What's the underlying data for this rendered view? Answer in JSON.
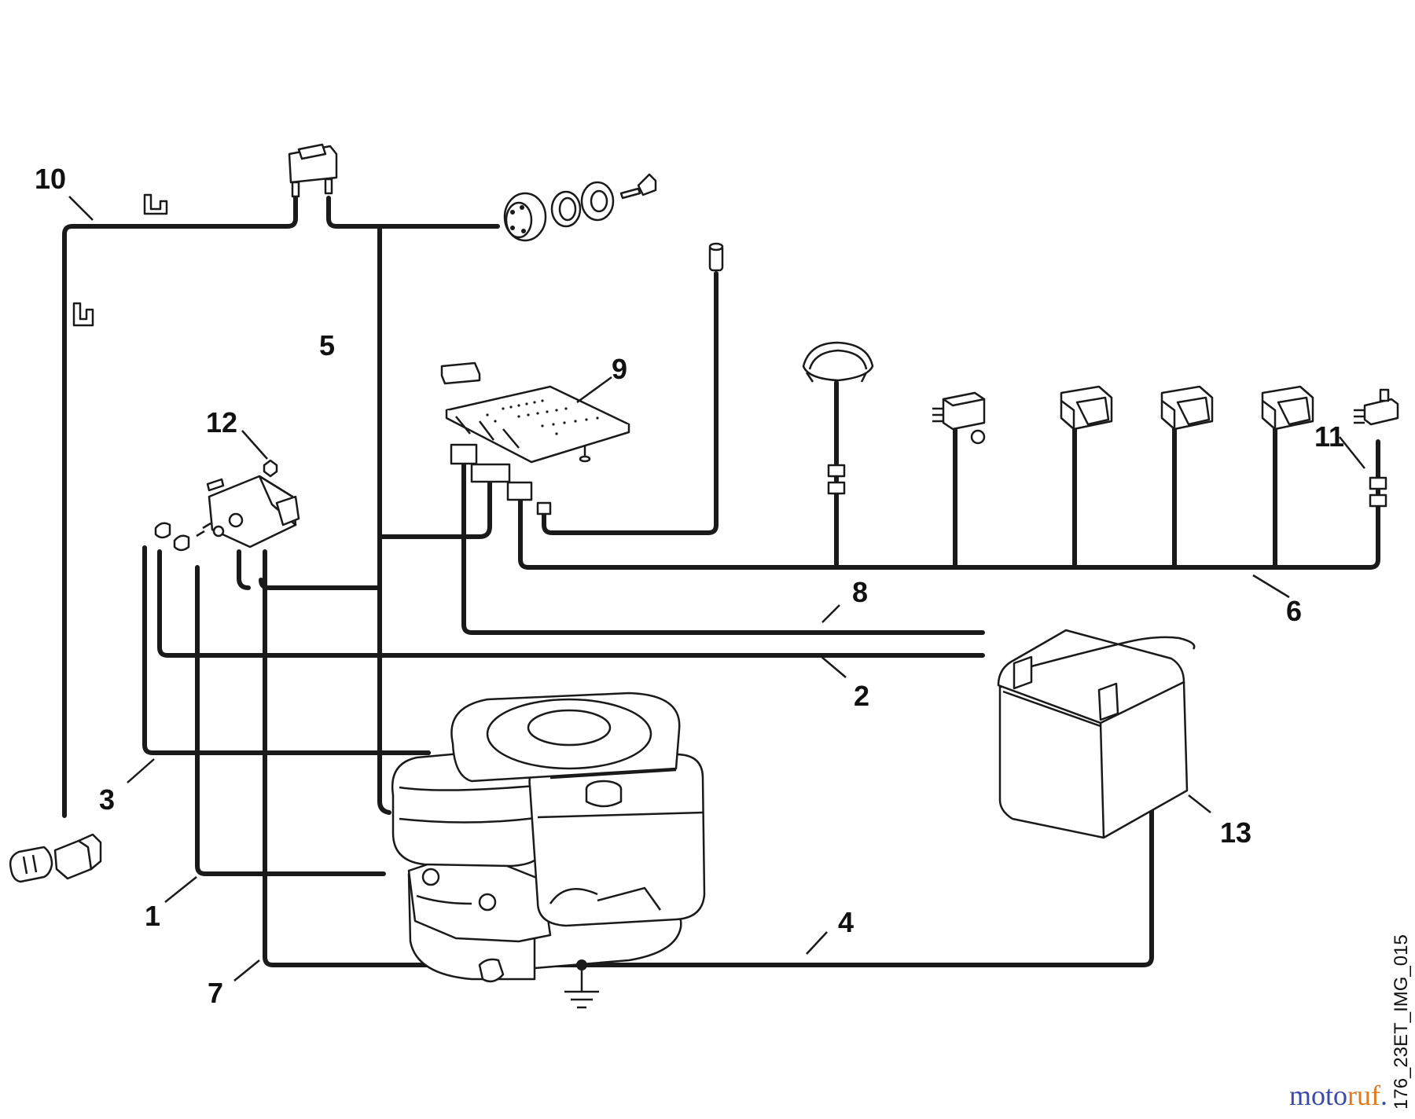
{
  "diagram": {
    "callouts": {
      "c1": "1",
      "c2": "2",
      "c3": "3",
      "c4": "4",
      "c5": "5",
      "c6": "6",
      "c7": "7",
      "c8": "8",
      "c9": "9",
      "c10": "10",
      "c11": "11",
      "c12": "12",
      "c13": "13"
    },
    "reference_code": "176_23ET_IMG_015",
    "watermark": {
      "part1": "moto",
      "part2": "ruf",
      "suffix": "."
    },
    "colors": {
      "line": "#1a1a1a",
      "watermark_blue": "#3c4aa8",
      "watermark_orange": "#e07a1f"
    }
  }
}
